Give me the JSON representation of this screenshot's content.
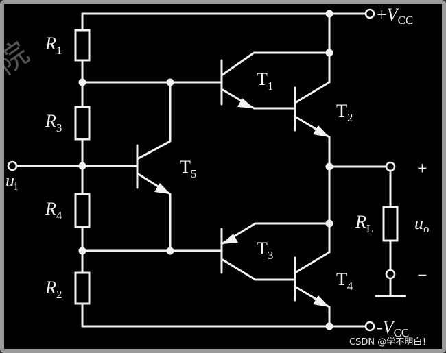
{
  "labels": {
    "vcc_pos": {
      "sign": "+",
      "main": "V",
      "sub": "CC"
    },
    "vcc_neg": {
      "sign": "-",
      "main": "V",
      "sub": "CC"
    },
    "r1": {
      "main": "R",
      "sub": "1"
    },
    "r2": {
      "main": "R",
      "sub": "2"
    },
    "r3": {
      "main": "R",
      "sub": "3"
    },
    "r4": {
      "main": "R",
      "sub": "4"
    },
    "rl": {
      "main": "R",
      "sub": "L"
    },
    "t1": {
      "main": "T",
      "sub": "1"
    },
    "t2": {
      "main": "T",
      "sub": "2"
    },
    "t3": {
      "main": "T",
      "sub": "3"
    },
    "t4": {
      "main": "T",
      "sub": "4"
    },
    "t5": {
      "main": "T",
      "sub": "5"
    },
    "ui": {
      "main": "u",
      "sub": "i"
    },
    "uo": {
      "main": "u",
      "sub": "o"
    },
    "out_plus": "+",
    "out_minus": "−"
  },
  "watermark": {
    "corner_glyph": "院",
    "credit": "CSDN @学不明白！"
  }
}
